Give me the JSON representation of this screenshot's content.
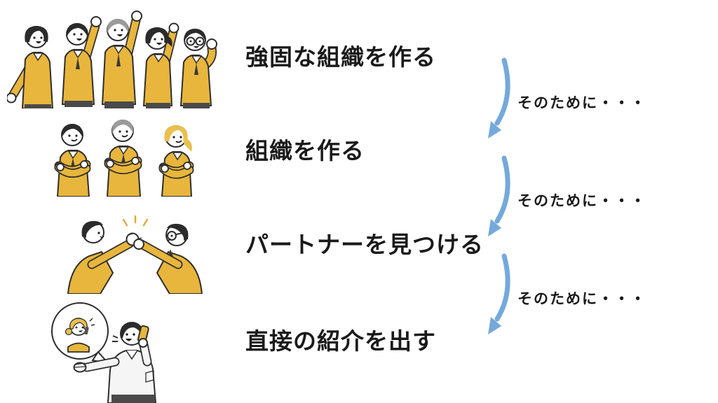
{
  "steps": [
    {
      "label": "強固な組織を作る",
      "illustration": "team-of-five-cheering"
    },
    {
      "label": "組織を作る",
      "illustration": "three-colleagues-arms-crossed"
    },
    {
      "label": "パートナーを見つける",
      "illustration": "two-partners-clasping-hands"
    },
    {
      "label": "直接の紹介を出す",
      "illustration": "man-giving-referral-by-phone"
    }
  ],
  "connectors": [
    {
      "label": "そのために・・・"
    },
    {
      "label": "そのために・・・"
    },
    {
      "label": "そのために・・・"
    }
  ],
  "colors": {
    "background": "#FFFFFF",
    "arrow_blue": "#74A9DC",
    "suit_yellow": "#E8B63C",
    "hair_gray": "#9B9B9B",
    "hair_blonde": "#EAC04F",
    "outline": "#2E2E2E",
    "text": "#1A1A1A"
  }
}
